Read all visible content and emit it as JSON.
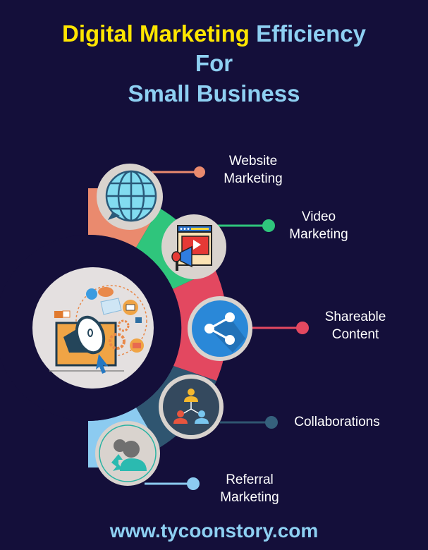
{
  "title": {
    "line1_part1": "Digital Marketing",
    "line1_part2": "Efficiency",
    "line2": "For",
    "line3": "Small Business"
  },
  "colors": {
    "background": "#140f3a",
    "title_yellow": "#ffe600",
    "title_blue": "#8ed0f2",
    "icon_circle": "#d9d3ce"
  },
  "center_icon": {
    "name": "megaphone-laptop-icon"
  },
  "items": [
    {
      "label_line1": "Website",
      "label_line2": "Marketing",
      "color": "#ea8a6e",
      "icon": "globe-chat-icon"
    },
    {
      "label_line1": "Video",
      "label_line2": "Marketing",
      "color": "#2fc57c",
      "icon": "video-megaphone-icon"
    },
    {
      "label_line1": "Shareable",
      "label_line2": "Content",
      "color": "#e34860",
      "icon": "share-icon"
    },
    {
      "label_line1": "Collaborations",
      "label_line2": "",
      "color": "#2f5570",
      "icon": "team-hierarchy-icon"
    },
    {
      "label_line1": "Referral",
      "label_line2": "Marketing",
      "color": "#8ccbf0",
      "icon": "referral-users-icon"
    }
  ],
  "footer": {
    "url": "www.tycoonstory.com"
  }
}
